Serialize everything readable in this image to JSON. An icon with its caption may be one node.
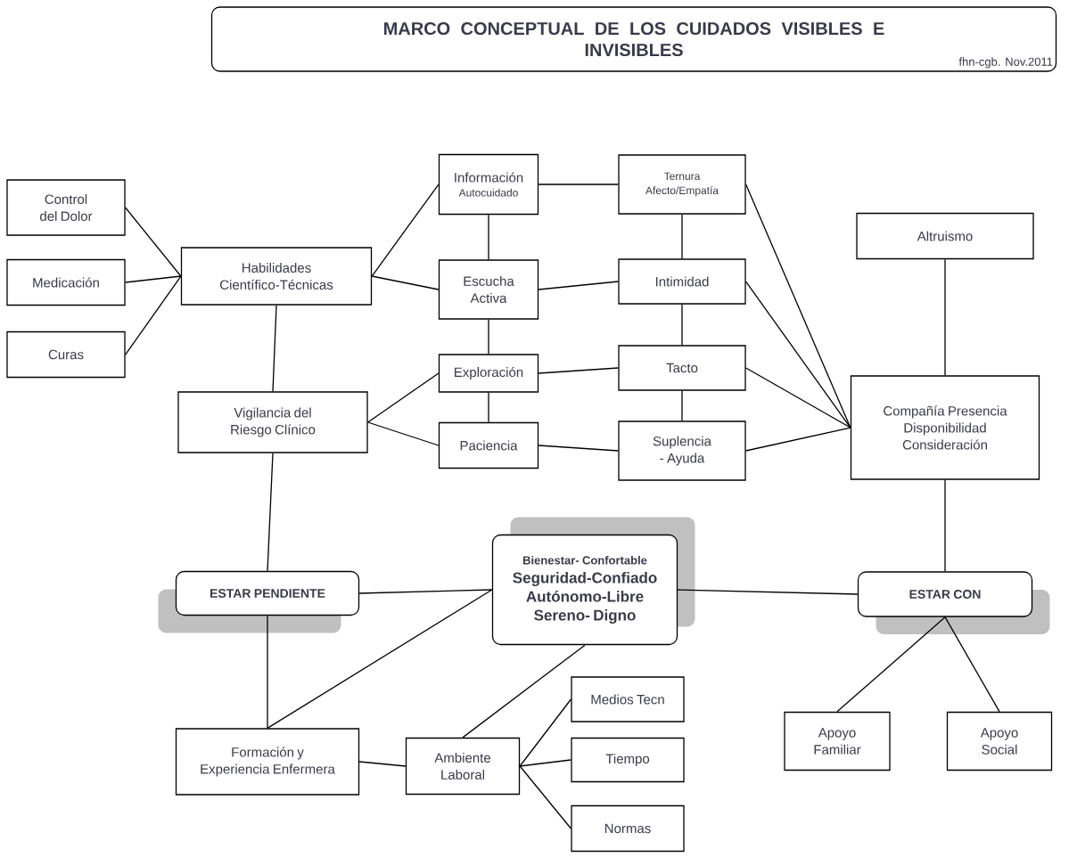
{
  "diagram": {
    "nodes": [
      {
        "text": [
          "MARCO CONCEPTUAL DE LOS CUIDADOS VISIBLES E INVISIBLES",
          "fhn-cgb. Nov.2011"
        ]
      },
      {
        "text": [
          "Control del Dolor"
        ]
      },
      {
        "text": [
          "Medicación"
        ]
      },
      {
        "text": [
          "Curas"
        ]
      },
      {
        "text": [
          "Habilidades Científico-Técnicas"
        ]
      },
      {
        "text": [
          "Información",
          "Autocuidado"
        ]
      },
      {
        "text": [
          "Ternura Afecto/Empatía"
        ]
      },
      {
        "text": [
          "Escucha Activa"
        ]
      },
      {
        "text": [
          "Intimidad"
        ]
      },
      {
        "text": [
          "Exploración"
        ]
      },
      {
        "text": [
          "Tacto"
        ]
      },
      {
        "text": [
          "Vigilancia del Riesgo Clínico"
        ]
      },
      {
        "text": [
          "Paciencia"
        ]
      },
      {
        "text": [
          "Suplencia - Ayuda"
        ]
      },
      {
        "text": [
          "Altruismo"
        ]
      },
      {
        "text": [
          "Compañía Presencia Disponibilidad Consideración"
        ]
      },
      {
        "text": [
          "ESTAR PENDIENTE"
        ]
      },
      {
        "text": [
          "Bienestar- Confortable",
          "Seguridad-Confiado Autónomo-Libre Sereno- Digno"
        ]
      },
      {
        "text": [
          "ESTAR CON"
        ]
      },
      {
        "text": [
          "Apoyo Familiar"
        ]
      },
      {
        "text": [
          "Apoyo Social"
        ]
      },
      {
        "text": [
          "Formación y Experiencia Enfermera"
        ]
      },
      {
        "text": [
          "Ambiente Laboral"
        ]
      },
      {
        "text": [
          "Medios Tecn"
        ]
      },
      {
        "text": [
          "Tiempo"
        ]
      },
      {
        "text": [
          "Normas"
        ]
      }
    ],
    "edges": [
      {
        "from": 1,
        "to": 4,
        "arrow": "none"
      },
      {
        "from": 2,
        "to": 4,
        "arrow": "none"
      },
      {
        "from": 3,
        "to": 4,
        "arrow": "none"
      },
      {
        "from": 4,
        "to": 5,
        "arrow": "none"
      },
      {
        "from": 4,
        "to": 7,
        "arrow": "none"
      },
      {
        "from": 4,
        "to": 11,
        "arrow": "none"
      },
      {
        "from": 5,
        "to": 6,
        "arrow": "none"
      },
      {
        "from": 5,
        "to": 7,
        "arrow": "none"
      },
      {
        "from": 6,
        "to": 8,
        "arrow": "none"
      },
      {
        "from": 7,
        "to": 8,
        "arrow": "none"
      },
      {
        "from": 7,
        "to": 9,
        "arrow": "none"
      },
      {
        "from": 8,
        "to": 10,
        "arrow": "none"
      },
      {
        "from": 9,
        "to": 10,
        "arrow": "none"
      },
      {
        "from": 9,
        "to": 12,
        "arrow": "none"
      },
      {
        "from": 10,
        "to": 13,
        "arrow": "none"
      },
      {
        "from": 11,
        "to": 9,
        "arrow": "none"
      },
      {
        "from": 11,
        "to": 12,
        "arrow": "none"
      },
      {
        "from": 12,
        "to": 13,
        "arrow": "none"
      },
      {
        "from": 6,
        "to": 15,
        "arrow": "none"
      },
      {
        "from": 8,
        "to": 15,
        "arrow": "none"
      },
      {
        "from": 10,
        "to": 15,
        "arrow": "none"
      },
      {
        "from": 13,
        "to": 15,
        "arrow": "none"
      },
      {
        "from": 14,
        "to": 15,
        "arrow": "none"
      },
      {
        "from": 15,
        "to": 18,
        "arrow": "none"
      },
      {
        "from": 11,
        "to": 16,
        "arrow": "none"
      },
      {
        "from": 16,
        "to": 17,
        "arrow": "none"
      },
      {
        "from": 16,
        "to": 21,
        "arrow": "none"
      },
      {
        "from": 21,
        "to": 17,
        "arrow": "none"
      },
      {
        "from": 17,
        "to": 22,
        "arrow": "none"
      },
      {
        "from": 17,
        "to": 18,
        "arrow": "none"
      },
      {
        "from": 18,
        "to": 19,
        "arrow": "none"
      },
      {
        "from": 18,
        "to": 20,
        "arrow": "none"
      },
      {
        "from": 21,
        "to": 22,
        "arrow": "none"
      },
      {
        "from": 22,
        "to": 23,
        "arrow": "none"
      },
      {
        "from": 22,
        "to": 24,
        "arrow": "none"
      },
      {
        "from": 22,
        "to": 25,
        "arrow": "none"
      }
    ]
  }
}
